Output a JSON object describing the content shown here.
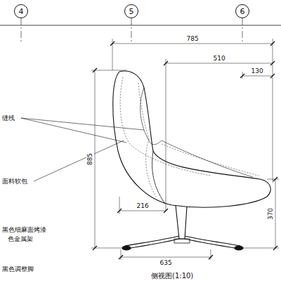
{
  "diagram": {
    "caption": "侧视图(1:10)",
    "nodes": [
      {
        "text": [
          "4"
        ]
      },
      {
        "text": [
          "5"
        ]
      },
      {
        "text": [
          "6"
        ]
      }
    ],
    "labels": [
      "785",
      "510",
      "130",
      "885",
      "216",
      "370",
      "635",
      "缝线",
      "面料软包",
      "黑色细麻面烤漆",
      "色金属架",
      "黑色调整脚"
    ]
  }
}
